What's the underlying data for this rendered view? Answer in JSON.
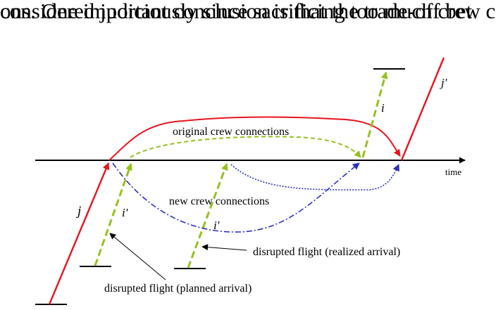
{
  "text": {
    "line1": "ons. One important conclusion is that the trade-off bet",
    "line2": "considered judiciously since sacrificing too much crew c"
  },
  "figure": {
    "labels": {
      "time": "time",
      "original_connections": "original crew connections",
      "new_connections": "new crew connections",
      "realized": "disrupted flight (realized arrival)",
      "planned": "disrupted flight (planned arrival)"
    },
    "flights": {
      "j": "j",
      "j_prime": "j'",
      "i": "i",
      "i_prime_left": "i'",
      "i_prime_mid": "i'"
    },
    "colors": {
      "original_flight": "#e8141c",
      "disrupted_flight": "#95c11f",
      "new_connection": "#2a2fc4",
      "axis": "#000000"
    }
  }
}
